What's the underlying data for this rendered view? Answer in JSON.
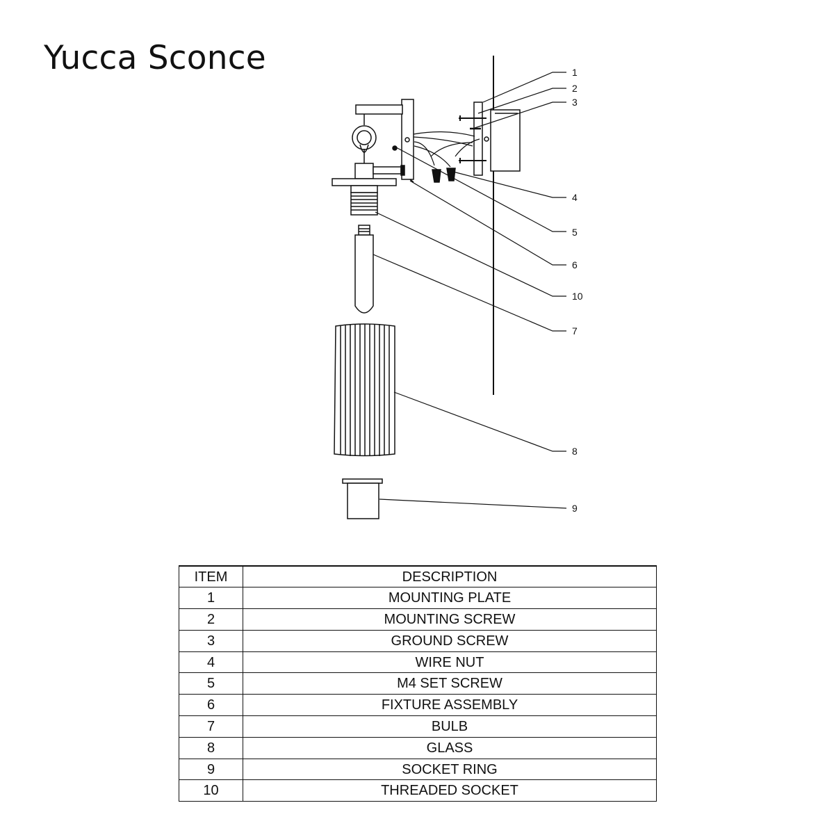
{
  "title": "Yucca Sconce",
  "callouts": [
    "1",
    "2",
    "3",
    "4",
    "5",
    "6",
    "10",
    "7",
    "8",
    "9"
  ],
  "table": {
    "headers": [
      "ITEM",
      "DESCRIPTION"
    ],
    "rows": [
      {
        "item": "1",
        "description": "MOUNTING PLATE"
      },
      {
        "item": "2",
        "description": "MOUNTING SCREW"
      },
      {
        "item": "3",
        "description": "GROUND SCREW"
      },
      {
        "item": "4",
        "description": "WIRE NUT"
      },
      {
        "item": "5",
        "description": "M4 SET SCREW"
      },
      {
        "item": "6",
        "description": "FIXTURE ASSEMBLY"
      },
      {
        "item": "7",
        "description": "BULB"
      },
      {
        "item": "8",
        "description": "GLASS"
      },
      {
        "item": "9",
        "description": "SOCKET RING"
      },
      {
        "item": "10",
        "description": "THREADED SOCKET"
      }
    ]
  }
}
